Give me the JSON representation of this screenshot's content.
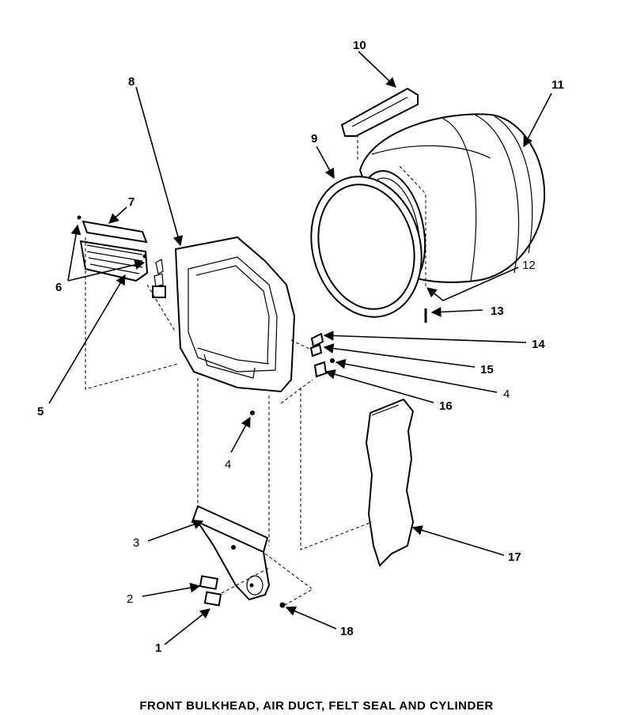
{
  "diagram": {
    "caption": "FRONT BULKHEAD, AIR DUCT, FELT SEAL AND CYLINDER",
    "callouts": [
      {
        "id": "1",
        "text": "1"
      },
      {
        "id": "2",
        "text": "2"
      },
      {
        "id": "3",
        "text": "3"
      },
      {
        "id": "4a",
        "text": "4"
      },
      {
        "id": "4b",
        "text": "4"
      },
      {
        "id": "5",
        "text": "5"
      },
      {
        "id": "6",
        "text": "6"
      },
      {
        "id": "7",
        "text": "7"
      },
      {
        "id": "8",
        "text": "8"
      },
      {
        "id": "9",
        "text": "9"
      },
      {
        "id": "10",
        "text": "10"
      },
      {
        "id": "11",
        "text": "11"
      },
      {
        "id": "12",
        "text": "12"
      },
      {
        "id": "13",
        "text": "13"
      },
      {
        "id": "14",
        "text": "14"
      },
      {
        "id": "15",
        "text": "15"
      },
      {
        "id": "16",
        "text": "16"
      },
      {
        "id": "17",
        "text": "17"
      },
      {
        "id": "18",
        "text": "18"
      }
    ]
  }
}
